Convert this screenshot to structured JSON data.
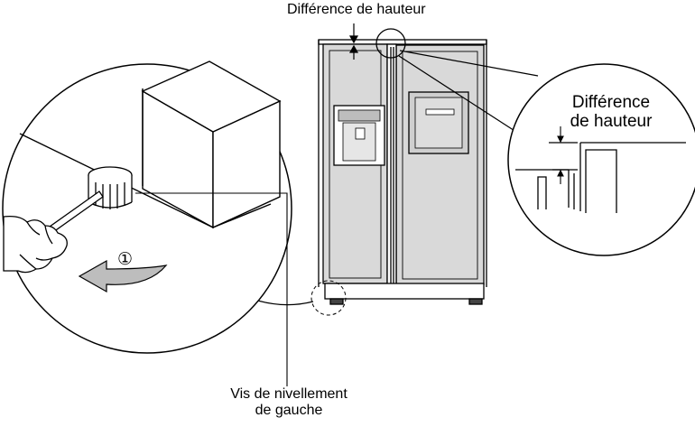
{
  "labels": {
    "top_height_difference": "Différence de hauteur",
    "zoom_height_difference_line1": "Différence",
    "zoom_height_difference_line2": "de hauteur",
    "leveling_screw_line1": "Vis de nivellement",
    "leveling_screw_line2": "de gauche",
    "step_number": "①"
  },
  "colors": {
    "fridge_fill": "#d9d9d9",
    "panel_fill": "#cfcfcf",
    "arrow_fill": "#bdbdbd",
    "line": "#000000"
  },
  "icons": [
    "refrigerator",
    "leveling-screw",
    "screwdriver",
    "hand",
    "rotation-arrow",
    "magnifier-circle"
  ]
}
